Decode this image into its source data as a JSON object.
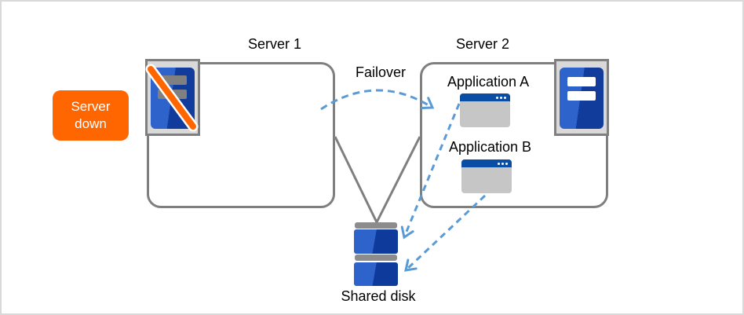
{
  "status_badge": {
    "line1": "Server",
    "line2": "down"
  },
  "servers": [
    {
      "label": "Server 1",
      "status": "down"
    },
    {
      "label": "Server 2",
      "applications": [
        {
          "label": "Application A"
        },
        {
          "label": "Application B"
        }
      ]
    }
  ],
  "failover_label": "Failover",
  "shared_disk_label": "Shared disk",
  "icons": {
    "server_down": "crossed-server-icon",
    "server_up": "server-icon",
    "application": "app-window-icon",
    "shared_disk": "disk-stack-icon"
  },
  "colors": {
    "badge_orange": "#ff6600",
    "slash_orange": "#ff6600",
    "line_gray": "#7f7f7f",
    "arrow_blue": "#5b9bd5",
    "server_blue_light": "#2d63cb",
    "server_blue_dark": "#123c9b",
    "titlebar_blue": "#0a4da5",
    "panel_gray": "#d9d9d9",
    "window_body_gray": "#c6c6c6",
    "disk_cap_gray": "#8c8c8c",
    "canvas_border": "#d9d9d9"
  }
}
